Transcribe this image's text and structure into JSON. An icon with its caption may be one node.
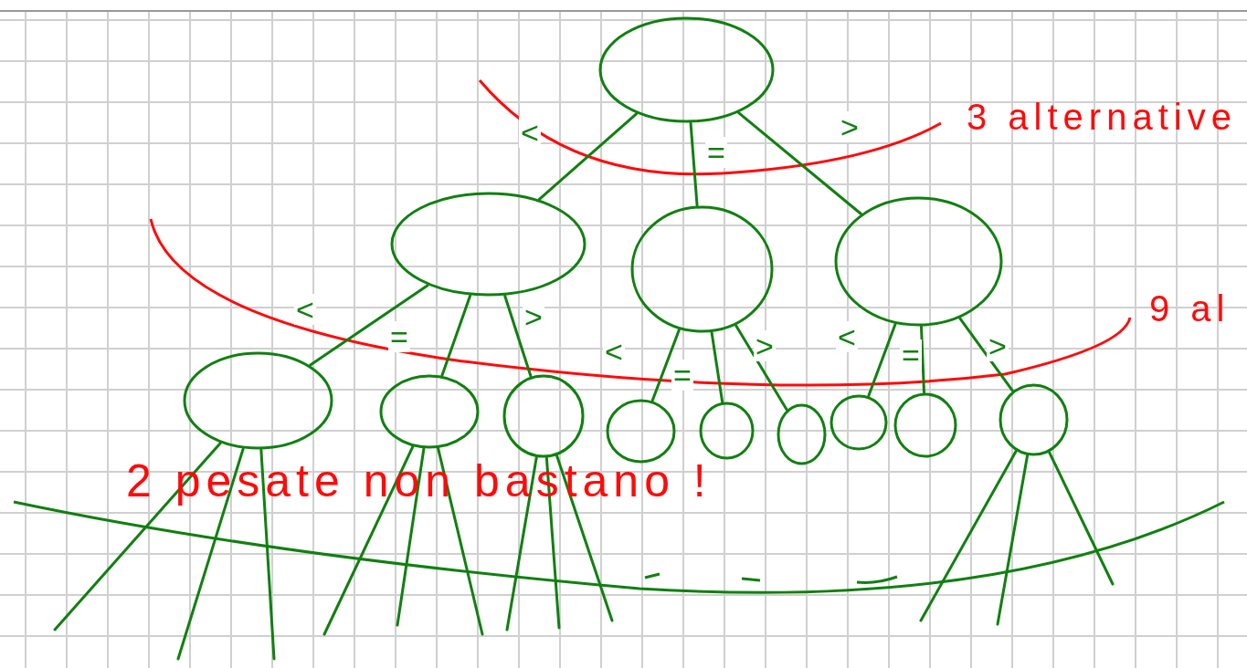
{
  "diagram": {
    "nodes": [
      {
        "text": [],
        "shape": "circle"
      },
      {
        "text": [],
        "shape": "circle"
      },
      {
        "text": [],
        "shape": "circle"
      },
      {
        "text": [],
        "shape": "circle"
      },
      {
        "text": [],
        "shape": "circle"
      },
      {
        "text": [],
        "shape": "circle"
      },
      {
        "text": [],
        "shape": "circle"
      },
      {
        "text": [],
        "shape": "circle"
      },
      {
        "text": [],
        "shape": "circle"
      },
      {
        "text": [],
        "shape": "circle"
      },
      {
        "text": [],
        "shape": "circle"
      },
      {
        "text": [],
        "shape": "circle"
      },
      {
        "text": [],
        "shape": "circle"
      }
    ],
    "edges": [
      {
        "from": 0,
        "to": 1,
        "arrow": "none",
        "label": "<"
      },
      {
        "from": 0,
        "to": 2,
        "arrow": "none",
        "label": "="
      },
      {
        "from": 0,
        "to": 3,
        "arrow": "none",
        "label": ">"
      },
      {
        "from": 1,
        "to": 4,
        "arrow": "none",
        "label": "<"
      },
      {
        "from": 1,
        "to": 5,
        "arrow": "none",
        "label": "="
      },
      {
        "from": 1,
        "to": 6,
        "arrow": "none",
        "label": ">"
      },
      {
        "from": 2,
        "to": 7,
        "arrow": "none",
        "label": "<"
      },
      {
        "from": 2,
        "to": 8,
        "arrow": "none",
        "label": "="
      },
      {
        "from": 2,
        "to": 9,
        "arrow": "none",
        "label": ">"
      },
      {
        "from": 3,
        "to": 10,
        "arrow": "none",
        "label": "<"
      },
      {
        "from": 3,
        "to": 11,
        "arrow": "none",
        "label": "="
      },
      {
        "from": 3,
        "to": 12,
        "arrow": "none",
        "label": ">"
      },
      {
        "from": 4,
        "to": null,
        "arrow": "none"
      },
      {
        "from": 4,
        "to": null,
        "arrow": "none"
      },
      {
        "from": 4,
        "to": null,
        "arrow": "none"
      },
      {
        "from": 5,
        "to": null,
        "arrow": "none"
      },
      {
        "from": 5,
        "to": null,
        "arrow": "none"
      },
      {
        "from": 5,
        "to": null,
        "arrow": "none"
      },
      {
        "from": 6,
        "to": null,
        "arrow": "none"
      },
      {
        "from": 6,
        "to": null,
        "arrow": "none"
      },
      {
        "from": 6,
        "to": null,
        "arrow": "none"
      },
      {
        "from": 12,
        "to": null,
        "arrow": "none"
      },
      {
        "from": 12,
        "to": null,
        "arrow": "none"
      },
      {
        "from": 12,
        "to": null,
        "arrow": "none"
      }
    ],
    "labels": [
      "3 alternative",
      "9 al",
      "2 pesate non bastano !"
    ]
  }
}
